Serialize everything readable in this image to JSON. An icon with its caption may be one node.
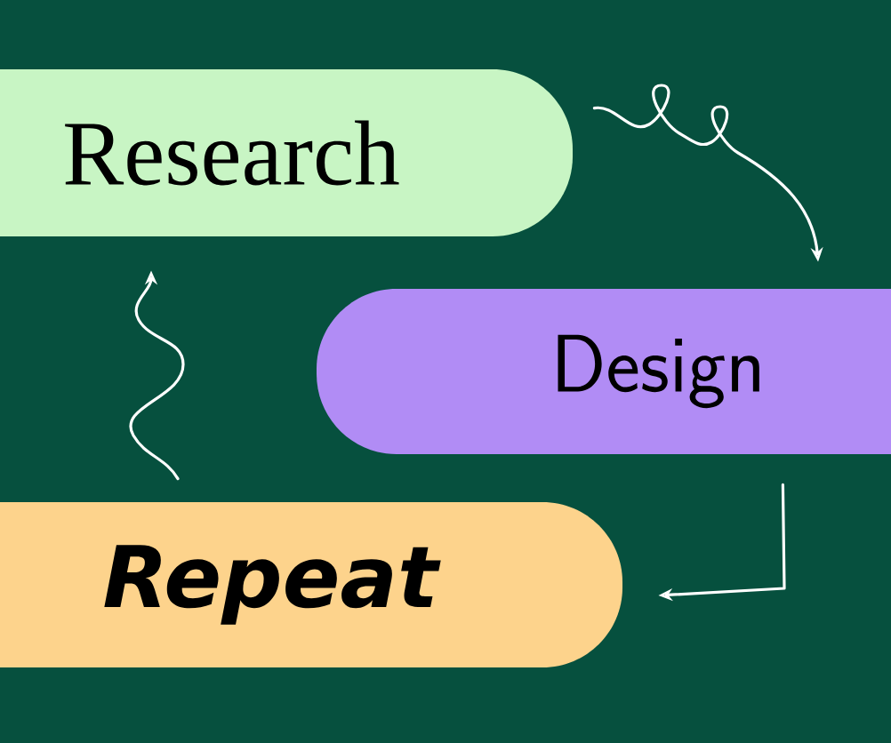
{
  "diagram": {
    "nodes": [
      {
        "text": [
          "Research"
        ]
      },
      {
        "text": [
          "Design"
        ]
      },
      {
        "text": [
          "Repeat"
        ]
      }
    ],
    "edges": [
      {
        "from": 0,
        "to": 1,
        "arrow": "to"
      },
      {
        "from": 1,
        "to": 2,
        "arrow": "to"
      },
      {
        "from": 2,
        "to": 0,
        "arrow": "to"
      }
    ]
  }
}
